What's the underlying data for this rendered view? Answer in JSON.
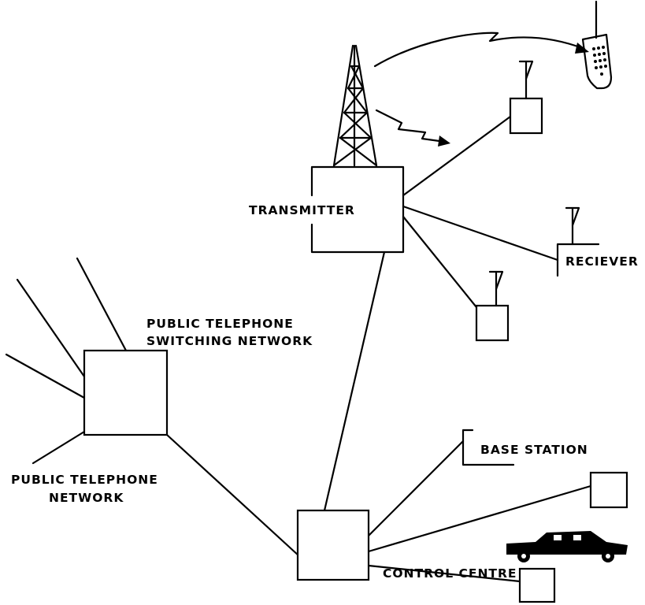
{
  "labels": {
    "transmitter": "TRANSMITTER",
    "receiver": "RECIEVER",
    "pstn_line1": "PUBLIC TELEPHONE",
    "pstn_line2": "SWITCHING NETWORK",
    "ptn_line1": "PUBLIC TELEPHONE",
    "ptn_line2": "NETWORK",
    "base_station": "BASE STATION",
    "control_centre": "CONTROL CENTRE"
  }
}
